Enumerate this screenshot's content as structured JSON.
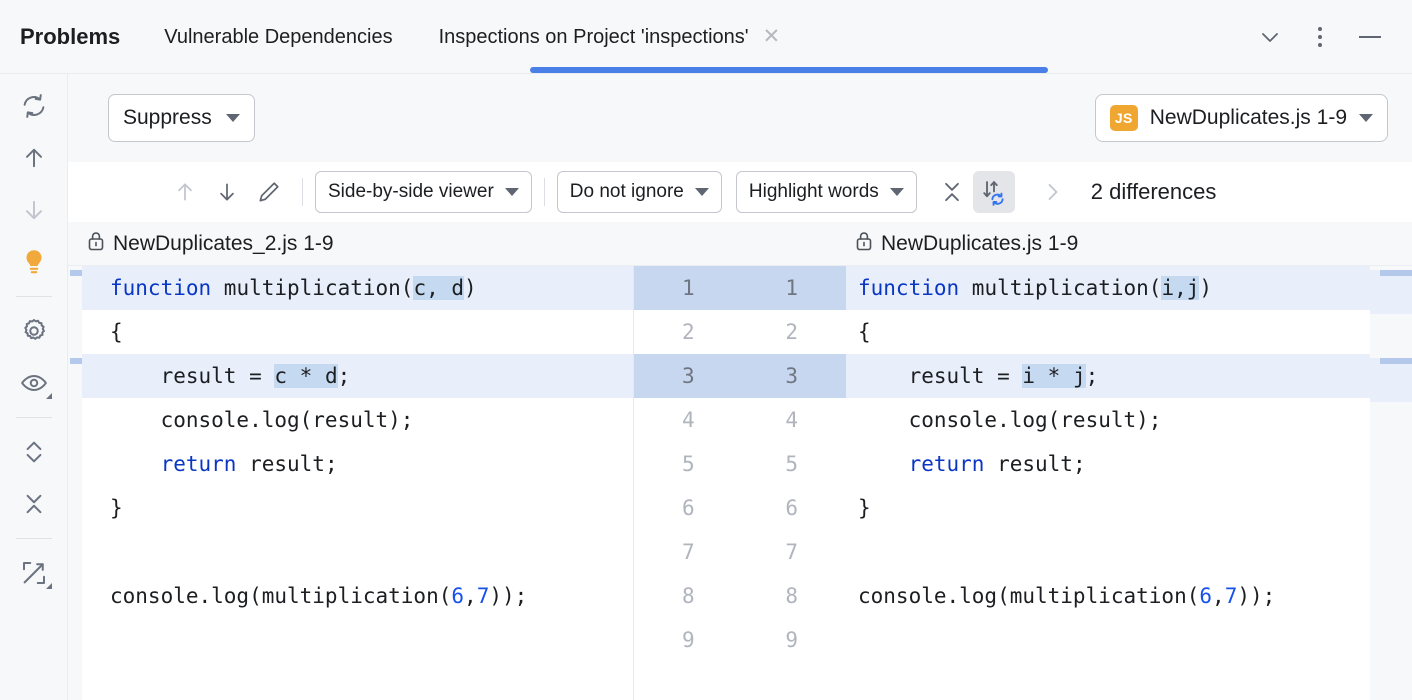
{
  "window": {
    "title": "Problems",
    "tabs": [
      {
        "label": "Vulnerable Dependencies",
        "active": false,
        "closable": false
      },
      {
        "label": "Inspections on Project 'inspections'",
        "active": true,
        "closable": true,
        "close_glyph": "✕"
      }
    ],
    "controls": [
      {
        "name": "chevron-down-icon",
        "label": ""
      },
      {
        "name": "more-options-icon",
        "label": ""
      },
      {
        "name": "minimize-icon",
        "label": ""
      }
    ],
    "accent_color": "#4a7fe8"
  },
  "rail": {
    "items": [
      {
        "name": "refresh-icon",
        "label": "Rerun inspections",
        "state": "enabled"
      },
      {
        "name": "arrow-up-icon",
        "label": "Previous problem",
        "state": "enabled"
      },
      {
        "name": "arrow-down-icon",
        "label": "Next problem",
        "state": "disabled"
      },
      {
        "name": "lightbulb-icon",
        "label": "Quick fix",
        "state": "enabled",
        "color": "#f2a93b"
      },
      {
        "name": "gear-icon",
        "label": "Settings",
        "state": "enabled"
      },
      {
        "name": "eye-icon",
        "label": "View options",
        "state": "enabled"
      },
      {
        "name": "expand-all-icon",
        "label": "Expand all",
        "state": "enabled"
      },
      {
        "name": "collapse-all-icon",
        "label": "Collapse all",
        "state": "enabled"
      },
      {
        "name": "export-icon",
        "label": "Export",
        "state": "enabled"
      }
    ]
  },
  "suppress_bar": {
    "suppress_label": "Suppress",
    "file_selector": {
      "badge": "JS",
      "badge_color": "#f0a732",
      "label": "NewDuplicates.js 1-9"
    }
  },
  "diff_toolbar": {
    "prev_label": "",
    "next_label": "",
    "edit_label": "",
    "viewer_mode": "Side-by-side viewer",
    "whitespace_mode": "Do not ignore",
    "highlight_mode": "Highlight words",
    "collapse_label": "",
    "sync_scroll_label": "",
    "expand_label": "",
    "differences_count": "2 differences"
  },
  "file_headers": {
    "left": "NewDuplicates_2.js 1-9",
    "right": "NewDuplicates.js 1-9"
  },
  "diff": {
    "line_numbers": [
      "1",
      "2",
      "3",
      "4",
      "5",
      "6",
      "7",
      "8",
      "9"
    ],
    "highlighted_lines": [
      1,
      3
    ],
    "left": [
      {
        "n": "1",
        "changed": true,
        "tokens": [
          {
            "t": "function",
            "c": "kw"
          },
          {
            "t": " multiplication("
          },
          {
            "t": "c, d",
            "c": "wd"
          },
          {
            "t": ")"
          }
        ]
      },
      {
        "n": "2",
        "changed": false,
        "tokens": [
          {
            "t": "{"
          }
        ]
      },
      {
        "n": "3",
        "changed": true,
        "tokens": [
          {
            "t": "    result = "
          },
          {
            "t": "c * d",
            "c": "wd"
          },
          {
            "t": ";"
          }
        ]
      },
      {
        "n": "4",
        "changed": false,
        "tokens": [
          {
            "t": "    console.log(result);"
          }
        ]
      },
      {
        "n": "5",
        "changed": false,
        "tokens": [
          {
            "t": "    "
          },
          {
            "t": "return",
            "c": "kw"
          },
          {
            "t": " result;"
          }
        ]
      },
      {
        "n": "6",
        "changed": false,
        "tokens": [
          {
            "t": "}"
          }
        ]
      },
      {
        "n": "7",
        "changed": false,
        "tokens": [
          {
            "t": ""
          }
        ]
      },
      {
        "n": "8",
        "changed": false,
        "tokens": [
          {
            "t": "console.log(multiplication("
          },
          {
            "t": "6",
            "c": "num"
          },
          {
            "t": ","
          },
          {
            "t": "7",
            "c": "num"
          },
          {
            "t": "));"
          }
        ]
      },
      {
        "n": "9",
        "changed": false,
        "tokens": [
          {
            "t": ""
          }
        ]
      }
    ],
    "right": [
      {
        "n": "1",
        "changed": true,
        "tokens": [
          {
            "t": "function",
            "c": "kw"
          },
          {
            "t": " multiplication("
          },
          {
            "t": "i,j",
            "c": "wd"
          },
          {
            "t": ")"
          }
        ]
      },
      {
        "n": "2",
        "changed": false,
        "tokens": [
          {
            "t": "{"
          }
        ]
      },
      {
        "n": "3",
        "changed": true,
        "tokens": [
          {
            "t": "    result = "
          },
          {
            "t": "i * j",
            "c": "wd"
          },
          {
            "t": ";"
          }
        ]
      },
      {
        "n": "4",
        "changed": false,
        "tokens": [
          {
            "t": "    console.log(result);"
          }
        ]
      },
      {
        "n": "5",
        "changed": false,
        "tokens": [
          {
            "t": "    "
          },
          {
            "t": "return",
            "c": "kw"
          },
          {
            "t": " result;"
          }
        ]
      },
      {
        "n": "6",
        "changed": false,
        "tokens": [
          {
            "t": "}"
          }
        ]
      },
      {
        "n": "7",
        "changed": false,
        "tokens": [
          {
            "t": ""
          }
        ]
      },
      {
        "n": "8",
        "changed": false,
        "tokens": [
          {
            "t": "console.log(multiplication("
          },
          {
            "t": "6",
            "c": "num"
          },
          {
            "t": ","
          },
          {
            "t": "7",
            "c": "num"
          },
          {
            "t": "));"
          }
        ]
      },
      {
        "n": "9",
        "changed": false,
        "tokens": [
          {
            "t": ""
          }
        ]
      }
    ],
    "colors": {
      "changed_line_bg": "#e8eefa",
      "changed_word_bg": "#c5d9f0",
      "changed_gutter_bg": "#c7d7ef",
      "keyword": "#0a36c4",
      "number": "#1652ea"
    }
  }
}
